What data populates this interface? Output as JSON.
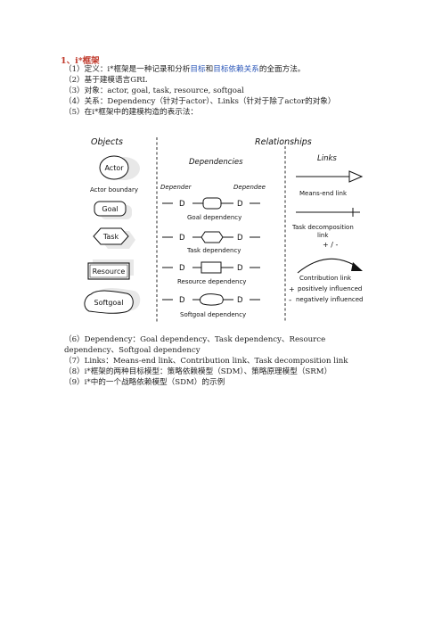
{
  "doc": {
    "heading": "1、i*框架",
    "items": {
      "l1_a": "（1）定义：i*框架是一种记录和分析",
      "l1_b": "目标",
      "l1_c": "和",
      "l1_d": "目标依赖关系",
      "l1_e": "的全面方法。",
      "l2": "（2）基于建模语言GRL",
      "l3": "（3）对象：actor, goal, task, resource, softgoal",
      "l4": "（4）关系：Dependency（针对于actor）、Links（针对于除了actor的对象）",
      "l5": "（5）在i*框架中的建模构造的表示法：",
      "l6": "（6）Dependency：Goal dependency、Task dependency、Resource dependency、Softgoal dependency",
      "l7": "（7）Links：Means-end link、Contribution link、Task decomposition link",
      "l8": "（8）i*框架的两种目标模型：策略依赖模型（SDM）、策略原理模型（SRM）",
      "l9": "（9）i*中的一个战略依赖模型（SDM）的示例"
    }
  },
  "figure": {
    "objects_title": "Objects",
    "relationships_title": "Relationships",
    "dependencies_title": "Dependencies",
    "links_title": "Links",
    "actor": "Actor",
    "actor_boundary": "Actor boundary",
    "goal": "Goal",
    "task": "Task",
    "resource": "Resource",
    "softgoal": "Softgoal",
    "depender": "Depender",
    "dependee": "Dependee",
    "d": "D",
    "goal_dep": "Goal dependency",
    "task_dep": "Task dependency",
    "resource_dep": "Resource dependency",
    "softgoal_dep": "Softgoal dependency",
    "means_end": "Means-end link",
    "task_decomp_1": "Task decomposition",
    "task_decomp_2": "link",
    "plus_minus": "+ /  -",
    "contribution": "Contribution link",
    "pos_sign": "+",
    "pos_text": "positively influenced",
    "neg_sign": "-",
    "neg_text": "negatively influenced"
  }
}
